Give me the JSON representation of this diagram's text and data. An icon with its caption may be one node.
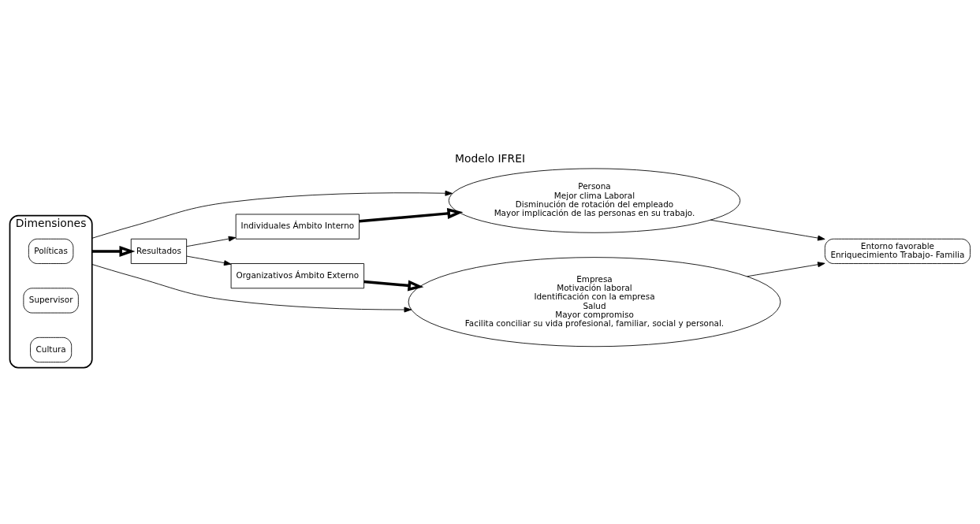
{
  "diagram": {
    "title": "Modelo IFREI",
    "nodes": [
      {
        "text": [
          "Dimensiones"
        ]
      },
      {
        "text": [
          "Políticas"
        ],
        "in": 0
      },
      {
        "text": [
          "Supervisor"
        ],
        "in": 0
      },
      {
        "text": [
          "Cultura"
        ],
        "in": 0
      },
      {
        "text": [
          "Resultados"
        ]
      },
      {
        "text": [
          "Individuales Ámbito Interno"
        ]
      },
      {
        "text": [
          "Organizativos Ámbito Externo"
        ]
      },
      {
        "text": [
          "Persona",
          "Mejor clima Laboral",
          "Disminución de rotación del empleado",
          "Mayor implicación de las personas en su trabajo."
        ]
      },
      {
        "text": [
          "Empresa",
          "Motivación laboral",
          "Identificación con la empresa",
          "Salud",
          "Mayor compromiso",
          "Facilita conciliar su vida profesional, familiar, social y personal."
        ]
      },
      {
        "text": [
          "Entorno favorable",
          "Enriquecimiento Trabajo- Familia"
        ]
      }
    ],
    "edges": [
      {
        "from": 0,
        "to": 4,
        "arrow": "to",
        "style": "thick"
      },
      {
        "from": 4,
        "to": 5,
        "arrow": "to"
      },
      {
        "from": 4,
        "to": 6,
        "arrow": "to"
      },
      {
        "from": 5,
        "to": 7,
        "arrow": "to",
        "style": "thick"
      },
      {
        "from": 6,
        "to": 8,
        "arrow": "to",
        "style": "thick"
      },
      {
        "from": 0,
        "to": 7,
        "arrow": "to"
      },
      {
        "from": 0,
        "to": 8,
        "arrow": "to"
      },
      {
        "from": 7,
        "to": 9,
        "arrow": "to"
      },
      {
        "from": 8,
        "to": 9,
        "arrow": "to"
      }
    ]
  }
}
